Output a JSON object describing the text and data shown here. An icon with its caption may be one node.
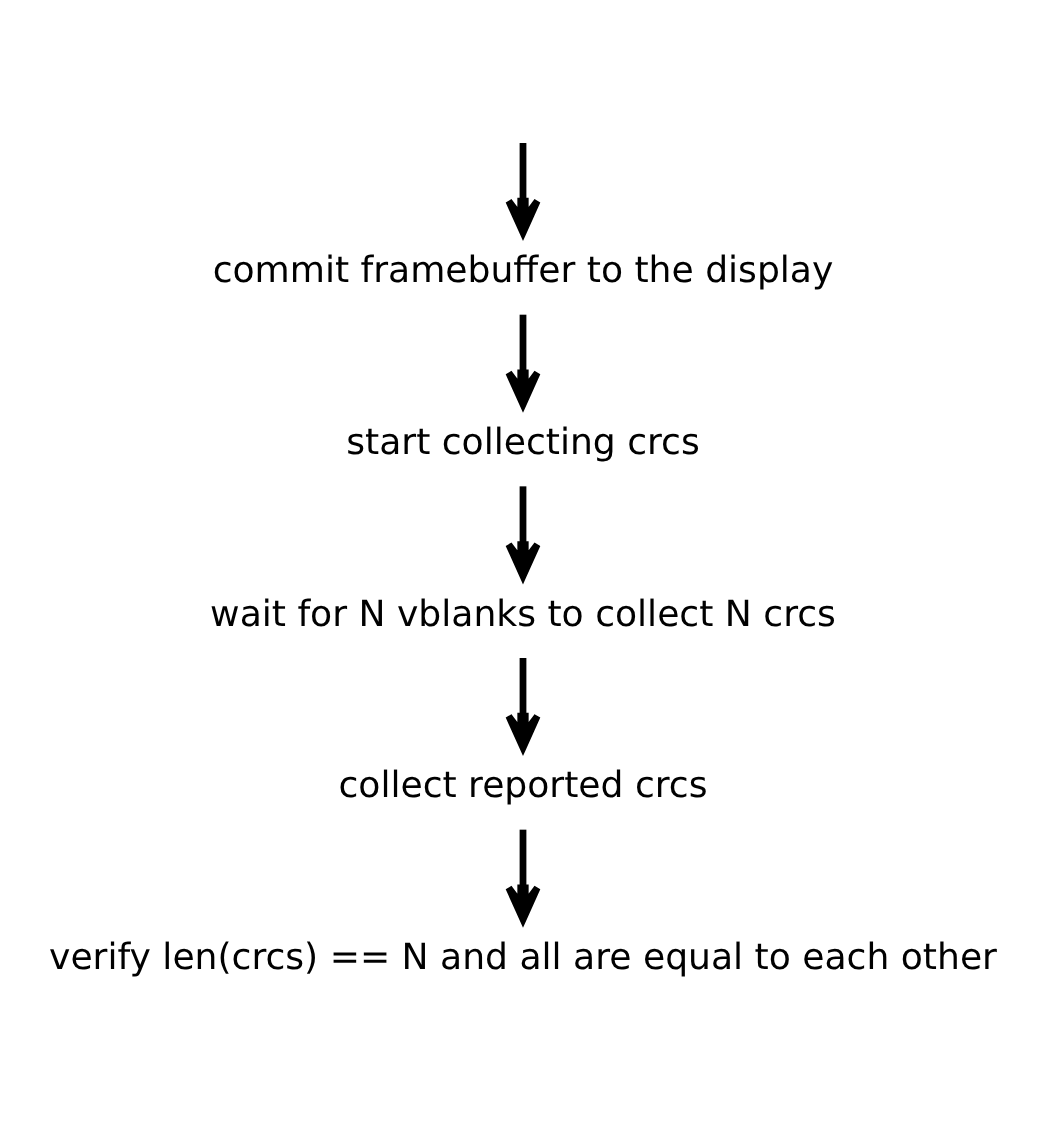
{
  "diagram": {
    "nodes": [
      {
        "text": [
          "commit framebuffer to the display"
        ]
      },
      {
        "text": [
          "start collecting crcs"
        ]
      },
      {
        "text": [
          "wait for N vblanks to collect N crcs"
        ]
      },
      {
        "text": [
          "collect reported crcs"
        ]
      },
      {
        "text": [
          "verify len(crcs) == N and all are equal to each other"
        ]
      }
    ],
    "edges": [
      {
        "from": null,
        "to": 0,
        "arrow": "to"
      },
      {
        "from": 0,
        "to": 1,
        "arrow": "to"
      },
      {
        "from": 1,
        "to": 2,
        "arrow": "to"
      },
      {
        "from": 2,
        "to": 3,
        "arrow": "to"
      },
      {
        "from": 3,
        "to": 4,
        "arrow": "to"
      }
    ]
  }
}
